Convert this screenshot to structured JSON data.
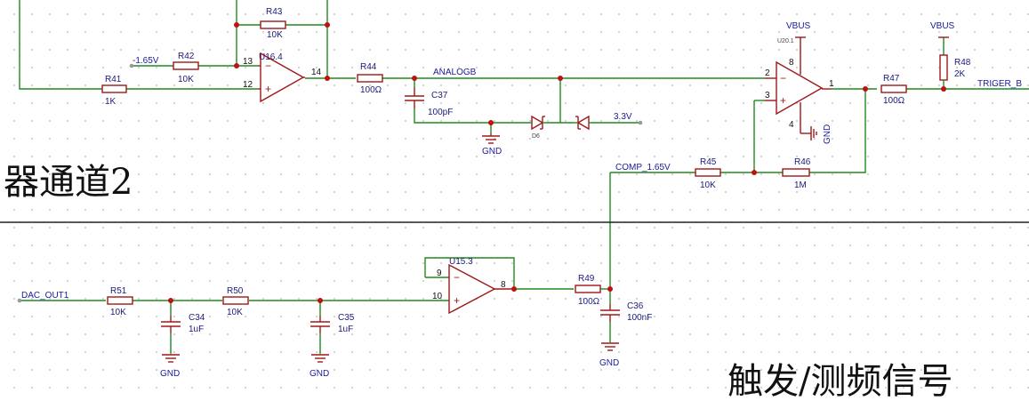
{
  "sections": {
    "channel2_title": "器通道2",
    "trigger_title": "触发/测频信号"
  },
  "nets": {
    "neg_1v65": "-1.65V",
    "analogb": "ANALOGB",
    "v3v3": "3.3V",
    "comp_1v65": "COMP_1.65V",
    "vbus_u20": "VBUS",
    "vbus_r48": "VBUS",
    "triger_b": "TRIGER_B",
    "dac_out1": "DAC_OUT1",
    "gnd_c37": "GND",
    "gnd_u20": "GND",
    "gnd_c34": "GND",
    "gnd_c35": "GND",
    "gnd_c36": "GND"
  },
  "components": {
    "r43": {
      "ref": "R43",
      "value": "10K"
    },
    "r42": {
      "ref": "R42",
      "value": "10K"
    },
    "r41": {
      "ref": "R41",
      "value": "1K"
    },
    "r44": {
      "ref": "R44",
      "value": "100Ω"
    },
    "r45": {
      "ref": "R45",
      "value": "10K"
    },
    "r46": {
      "ref": "R46",
      "value": "1M"
    },
    "r47": {
      "ref": "R47",
      "value": "100Ω"
    },
    "r48": {
      "ref": "R48",
      "value": "2K"
    },
    "r49": {
      "ref": "R49",
      "value": "100Ω"
    },
    "r50": {
      "ref": "R50",
      "value": "10K"
    },
    "r51": {
      "ref": "R51",
      "value": "10K"
    },
    "c37": {
      "ref": "C37",
      "value": "100pF"
    },
    "c34": {
      "ref": "C34",
      "value": "1uF"
    },
    "c35": {
      "ref": "C35",
      "value": "1uF"
    },
    "c36": {
      "ref": "C36",
      "value": "100nF"
    },
    "d6": {
      "ref": "D6"
    },
    "u16": {
      "ref": "U16.4",
      "pins": {
        "inv": "13",
        "noninv": "12",
        "out": "14"
      }
    },
    "u20": {
      "ref": "U20.1",
      "pins": {
        "inv": "2",
        "noninv": "3",
        "out": "1",
        "vcc": "8",
        "gnd": "4"
      }
    },
    "u15": {
      "ref": "U15.3",
      "pins": {
        "inv": "9",
        "noninv": "10",
        "out": "8"
      }
    }
  }
}
